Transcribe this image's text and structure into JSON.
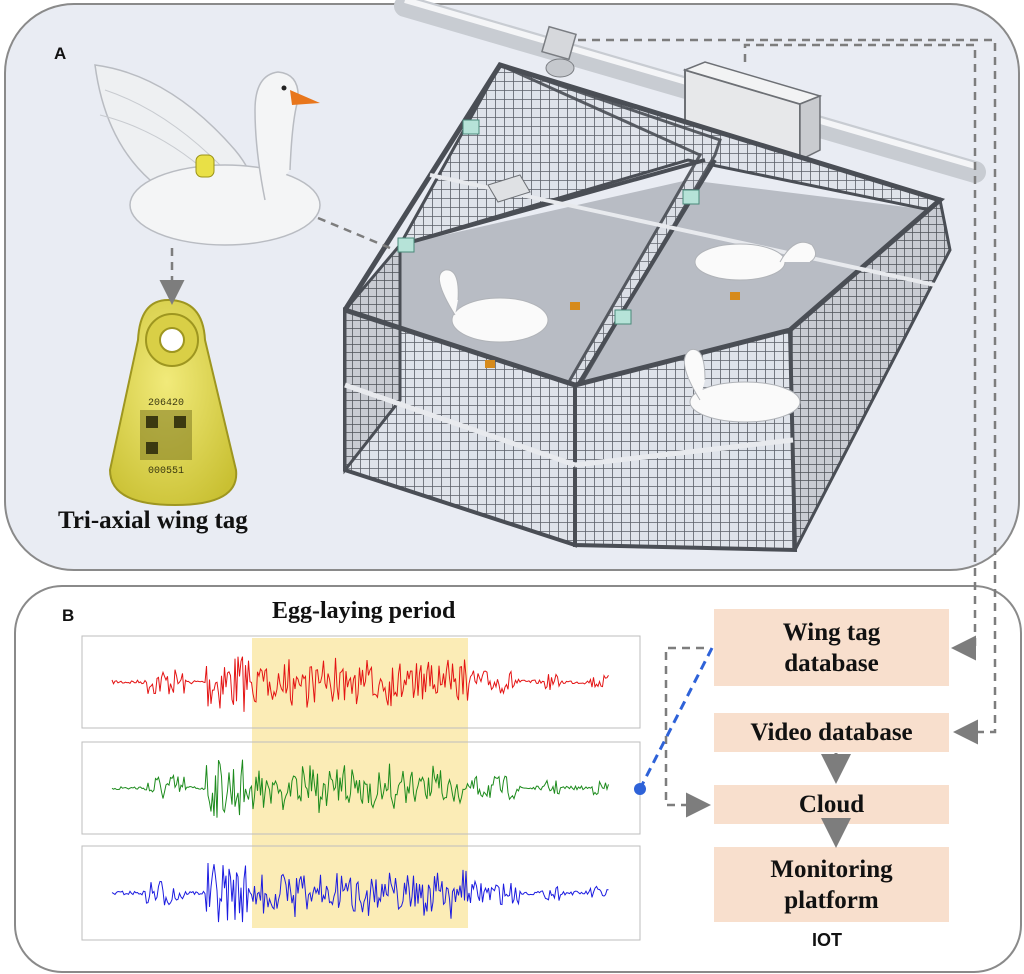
{
  "panel_a": {
    "label": "A",
    "wing_tag_caption": "Tri-axial wing tag",
    "tag_text": [
      "206420",
      "000551"
    ]
  },
  "panel_b": {
    "label": "B",
    "chart_title": "Egg-laying period",
    "series_colors": [
      "#e41414",
      "#1d8b1d",
      "#1c1ce0"
    ],
    "highlight_color": "#fbecb6",
    "flow": {
      "wing_tag_db": [
        "Wing tag",
        "database"
      ],
      "video_db": "Video database",
      "cloud": "Cloud",
      "platform": [
        "Monitoring",
        "platform"
      ],
      "iot": "IOT"
    }
  }
}
